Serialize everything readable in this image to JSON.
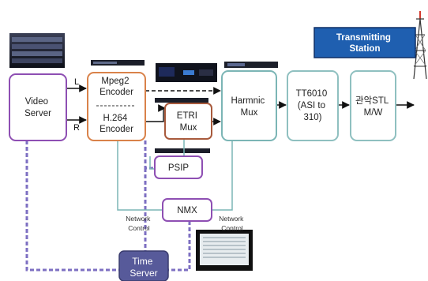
{
  "nodes": {
    "video_server": [
      "Video",
      "Server"
    ],
    "mpeg2_encoder": [
      "Mpeg2",
      "Encoder"
    ],
    "h264_encoder": [
      "H.264",
      "Encoder"
    ],
    "etri_mux": [
      "ETRI",
      "Mux"
    ],
    "harmonic_mux": [
      "Harmnic",
      "Mux"
    ],
    "tt6010": [
      "TT6010",
      "(ASI to",
      "310)"
    ],
    "stl": [
      "관악STL",
      "M/W"
    ],
    "psip": "PSIP",
    "nmx": "NMX",
    "time_server": [
      "Time",
      "Server"
    ]
  },
  "transmitting_station": [
    "Transmitting",
    "Station"
  ],
  "input_labels": {
    "left": "L",
    "right": "R"
  },
  "network_control_left": [
    "Network",
    "Control"
  ],
  "network_control_right": [
    "Network",
    "Control"
  ],
  "colors": {
    "purple": "#8e4fb3",
    "orange": "#d9824a",
    "brown": "#a85a3c",
    "teal": "#7bb5b5",
    "teal_light": "#8fc0c0",
    "station_fill": "#1f5fb0",
    "station_border": "#0f2f66",
    "time_fill": "#575a9a",
    "dashed_purple": "#7d6fc2"
  }
}
